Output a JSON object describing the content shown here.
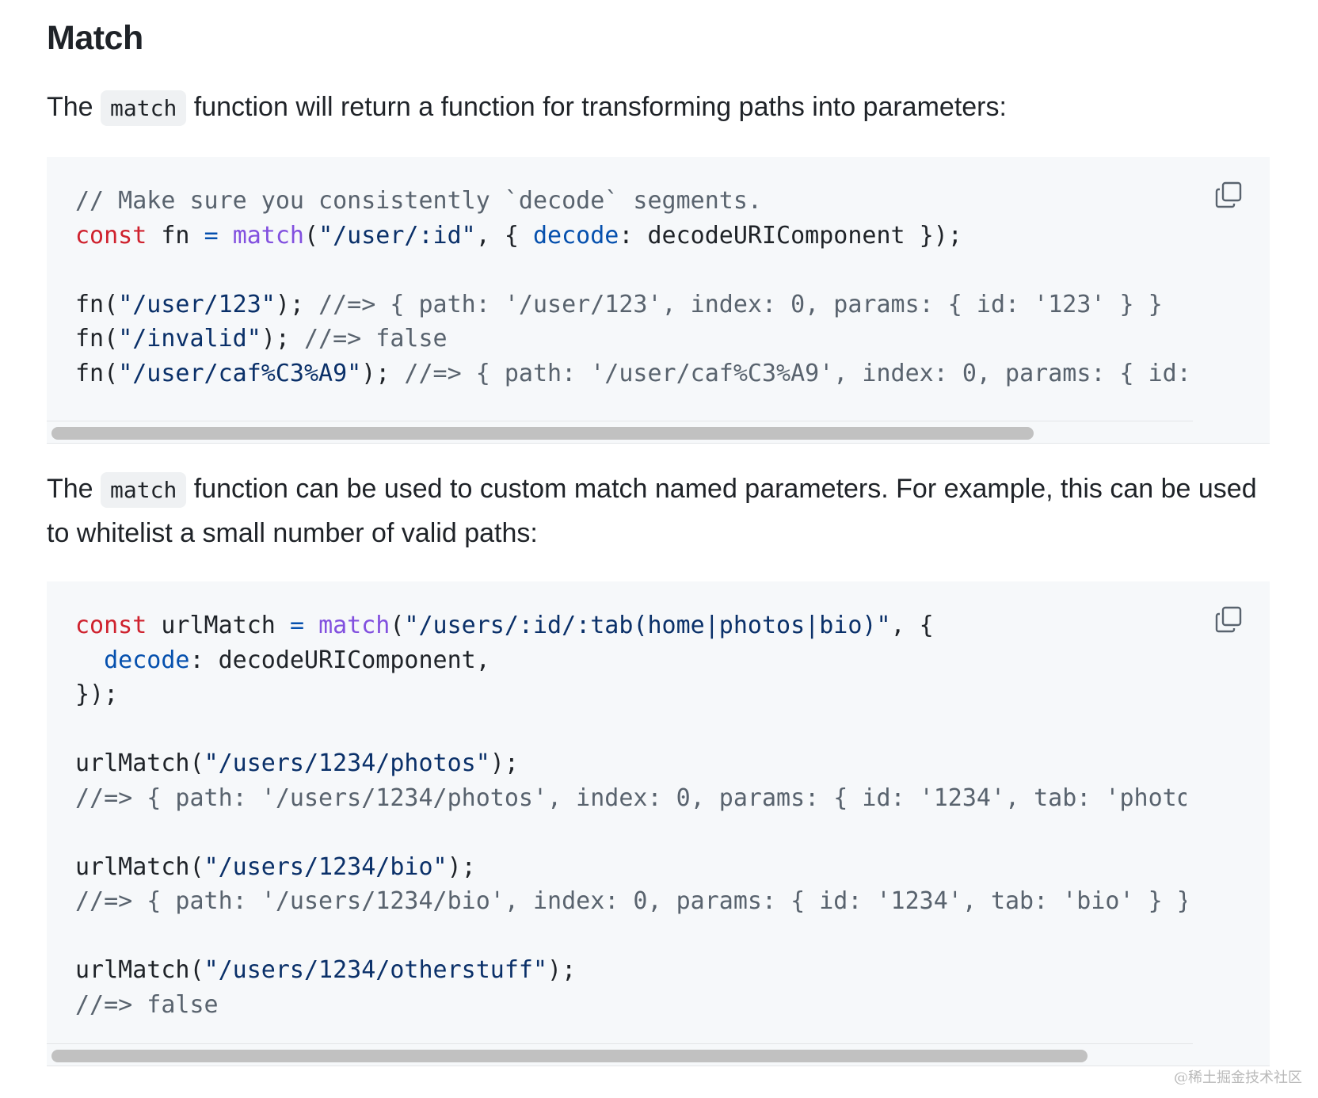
{
  "section": {
    "title": "Match"
  },
  "para1": {
    "before": "The ",
    "code": "match",
    "after": " function will return a function for transforming paths into parameters:"
  },
  "block1": {
    "copy_icon": "copy-icon",
    "lines": [
      [
        [
          "com",
          "// Make sure you consistently `decode` segments."
        ]
      ],
      [
        [
          "kw",
          "const"
        ],
        [
          "txt",
          " fn "
        ],
        [
          "op",
          "="
        ],
        [
          "txt",
          " "
        ],
        [
          "fn",
          "match"
        ],
        [
          "txt",
          "("
        ],
        [
          "str",
          "\"/user/:id\""
        ],
        [
          "txt",
          ", { "
        ],
        [
          "prop",
          "decode"
        ],
        [
          "txt",
          ": decodeURIComponent });"
        ]
      ],
      [],
      [
        [
          "txt",
          "fn("
        ],
        [
          "str",
          "\"/user/123\""
        ],
        [
          "txt",
          "); "
        ],
        [
          "com",
          "//=> { path: '/user/123', index: 0, params: { id: '123' } }"
        ]
      ],
      [
        [
          "txt",
          "fn("
        ],
        [
          "str",
          "\"/invalid\""
        ],
        [
          "txt",
          "); "
        ],
        [
          "com",
          "//=> false"
        ]
      ],
      [
        [
          "txt",
          "fn("
        ],
        [
          "str",
          "\"/user/caf%C3%A9\""
        ],
        [
          "txt",
          "); "
        ],
        [
          "com",
          "//=> { path: '/user/caf%C3%A9', index: 0, params: { id:"
        ]
      ]
    ]
  },
  "para2": {
    "before": "The ",
    "code": "match",
    "after": " function can be used to custom match named parameters. For example, this can be used to whitelist a small number of valid paths:"
  },
  "block2": {
    "copy_icon": "copy-icon",
    "lines": [
      [
        [
          "kw",
          "const"
        ],
        [
          "txt",
          " urlMatch "
        ],
        [
          "op",
          "="
        ],
        [
          "txt",
          " "
        ],
        [
          "fn",
          "match"
        ],
        [
          "txt",
          "("
        ],
        [
          "str",
          "\"/users/:id/:tab(home|photos|bio)\""
        ],
        [
          "txt",
          ", {"
        ]
      ],
      [
        [
          "txt",
          "  "
        ],
        [
          "prop",
          "decode"
        ],
        [
          "txt",
          ": decodeURIComponent,"
        ]
      ],
      [
        [
          "txt",
          "});"
        ]
      ],
      [],
      [
        [
          "txt",
          "urlMatch("
        ],
        [
          "str",
          "\"/users/1234/photos\""
        ],
        [
          "txt",
          ");"
        ]
      ],
      [
        [
          "com",
          "//=> { path: '/users/1234/photos', index: 0, params: { id: '1234', tab: 'photo"
        ]
      ],
      [],
      [
        [
          "txt",
          "urlMatch("
        ],
        [
          "str",
          "\"/users/1234/bio\""
        ],
        [
          "txt",
          ");"
        ]
      ],
      [
        [
          "com",
          "//=> { path: '/users/1234/bio', index: 0, params: { id: '1234', tab: 'bio' } }"
        ]
      ],
      [],
      [
        [
          "txt",
          "urlMatch("
        ],
        [
          "str",
          "\"/users/1234/otherstuff\""
        ],
        [
          "txt",
          ");"
        ]
      ],
      [
        [
          "com",
          "//=> false"
        ]
      ]
    ]
  },
  "watermark": "@稀土掘金技术社区",
  "colors": {
    "keyword": "#cf222e",
    "function": "#8250df",
    "string": "#0a3069",
    "property": "#0550ae",
    "comment": "#59636e",
    "code_bg": "#f6f8fa"
  }
}
